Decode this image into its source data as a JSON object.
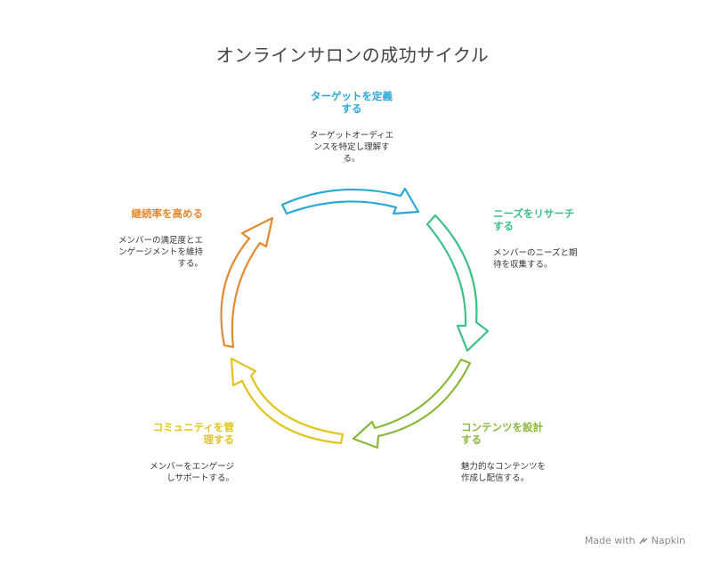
{
  "title": "オンラインサロンの成功サイクル",
  "steps": [
    {
      "heading": "ターゲットを定義\nする",
      "desc": "ターゲットオーディエ\nンスを特定し理解す\nる。",
      "color": "#2ba9d6"
    },
    {
      "heading": "ニーズをリサーチ\nする",
      "desc": "メンバーのニーズと期\n待を収集する。",
      "color": "#3fc089"
    },
    {
      "heading": "コンテンツを設計\nする",
      "desc": "魅力的なコンテンツを\n作成し配信する。",
      "color": "#8ab83a"
    },
    {
      "heading": "コミュニティを管\n理する",
      "desc": "メンバーをエンゲージ\nしサポートする。",
      "color": "#e0c51f"
    },
    {
      "heading": "継続率を高める",
      "desc": "メンバーの満足度とエ\nンゲージメントを維持\nする。",
      "color": "#e38a32"
    }
  ],
  "footer": {
    "text": "Made with",
    "brand": "Napkin"
  }
}
